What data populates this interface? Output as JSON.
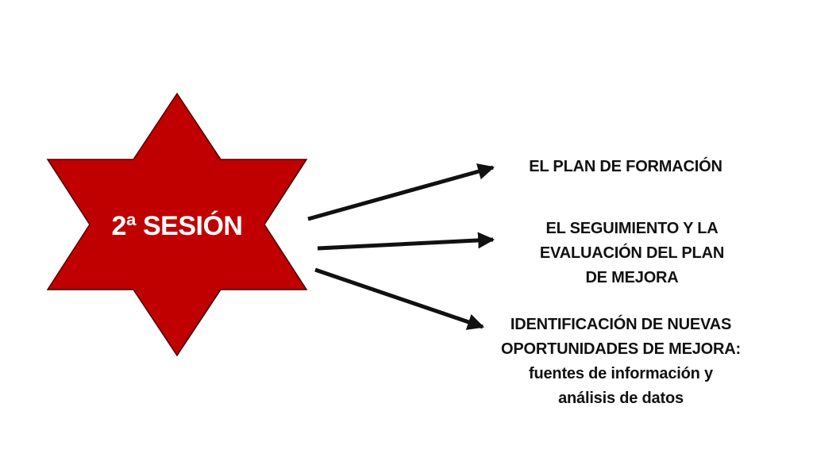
{
  "colors": {
    "star_fill": "#c00000",
    "star_stroke": "#4a0000",
    "arrow": "#111111",
    "text": "#111111",
    "star_text": "#ffffff"
  },
  "star": {
    "label": "2ª SESIÓN"
  },
  "items": [
    {
      "lines": [
        "EL PLAN DE FORMACIÓN"
      ]
    },
    {
      "lines": [
        "EL SEGUIMIENTO Y LA",
        "EVALUACIÓN DEL PLAN",
        "DE MEJORA"
      ]
    },
    {
      "lines": [
        "IDENTIFICACIÓN DE NUEVAS",
        "OPORTUNIDADES DE MEJORA:",
        "fuentes de información y",
        "análisis de datos"
      ]
    }
  ]
}
